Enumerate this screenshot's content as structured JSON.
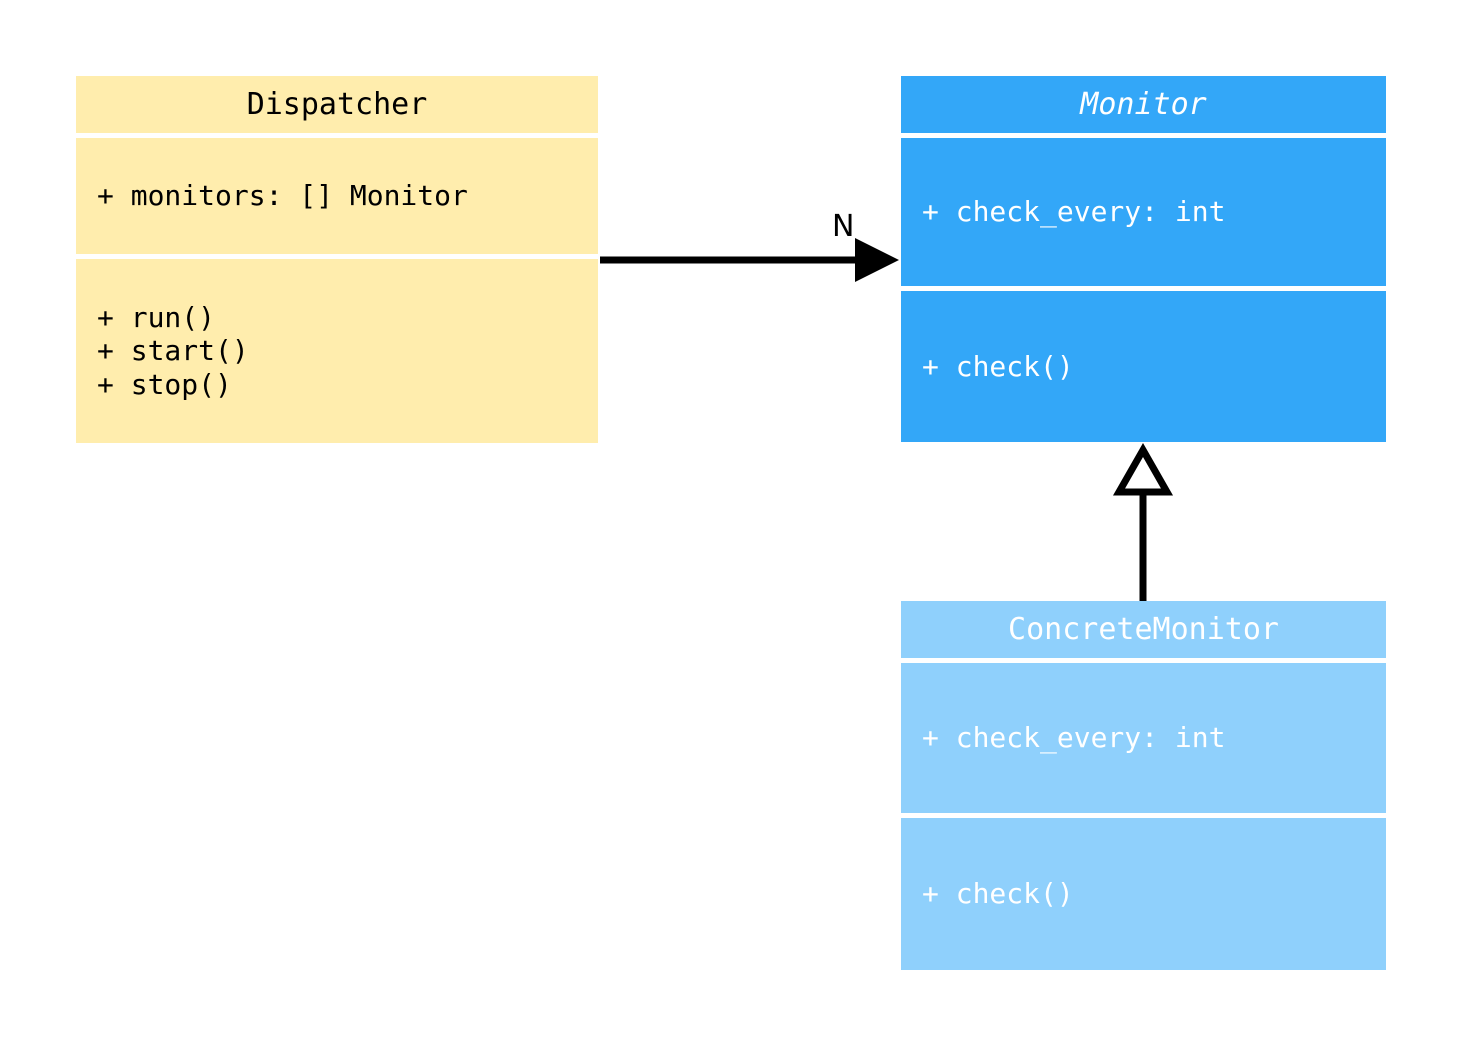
{
  "diagram": {
    "type": "uml-class-diagram",
    "background_color": "#ffffff",
    "classes": [
      {
        "id": "dispatcher",
        "name": "Dispatcher",
        "abstract": false,
        "fill_color": "#ffedad",
        "text_color": "#000000",
        "attributes": [
          "+ monitors: [] Monitor"
        ],
        "operations": [
          "+ run()",
          "+ start()",
          "+ stop()"
        ]
      },
      {
        "id": "monitor",
        "name": "Monitor",
        "abstract": true,
        "fill_color": "#33a7f8",
        "text_color": "#ffffff",
        "attributes": [
          "+ check_every: int"
        ],
        "operations": [
          "+ check()"
        ]
      },
      {
        "id": "concretemonitor",
        "name": "ConcreteMonitor",
        "abstract": false,
        "fill_color": "#8fd0fc",
        "text_color": "#ffffff",
        "attributes": [
          "+ check_every: int"
        ],
        "operations": [
          "+ check()"
        ]
      }
    ],
    "relationships": [
      {
        "id": "dispatcher-to-monitor",
        "kind": "association",
        "from": "Dispatcher",
        "to": "Monitor",
        "label": "N",
        "arrowhead": "filled-triangle",
        "line_style": "solid",
        "color": "#000000"
      },
      {
        "id": "concretemonitor-to-monitor",
        "kind": "generalization",
        "from": "ConcreteMonitor",
        "to": "Monitor",
        "label": "",
        "arrowhead": "hollow-triangle",
        "line_style": "solid",
        "color": "#000000"
      }
    ]
  }
}
